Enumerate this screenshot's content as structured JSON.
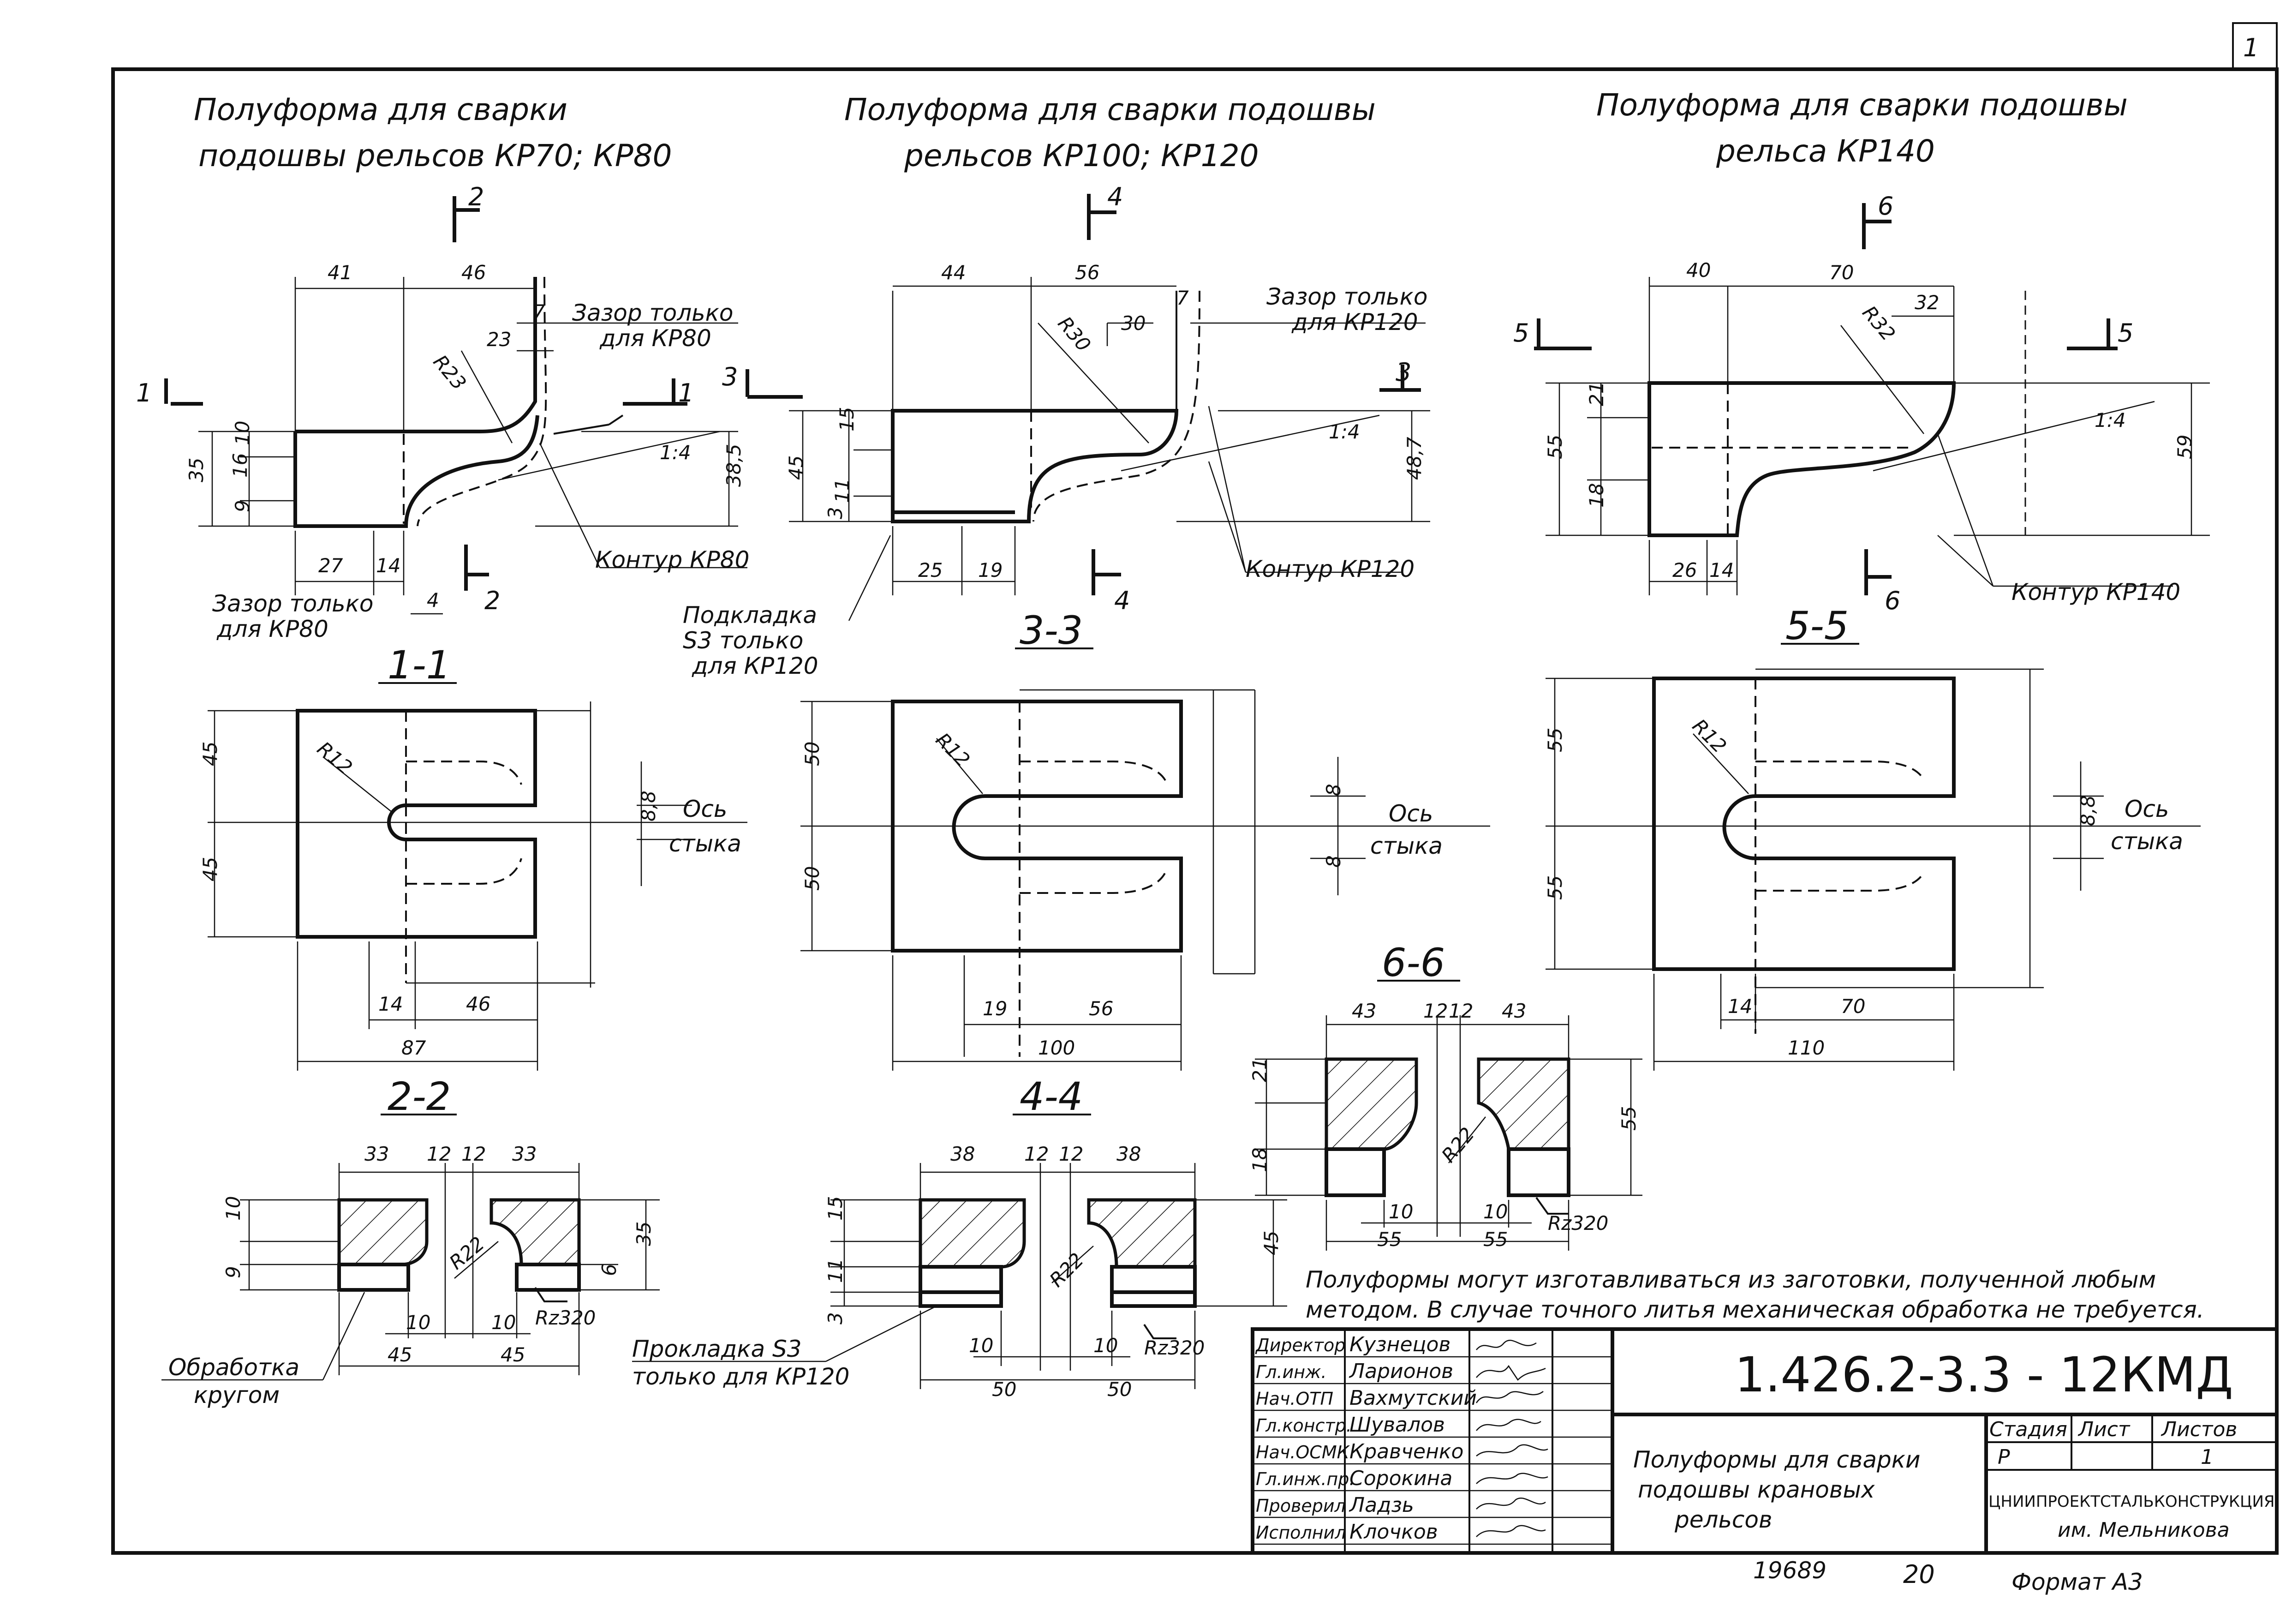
{
  "sheet_corner_number": "1",
  "titles": {
    "kp70_line1": "Полуформа для сварки",
    "kp70_line2": "подошвы рельсов КР70; КР80",
    "kp100_line1": "Полуформа для сварки подошвы",
    "kp100_line2": "рельсов КР100; КР120",
    "kp140_line1": "Полуформа для сварки подошвы",
    "kp140_line2": "рельса КР140"
  },
  "sections": {
    "s11": "1-1",
    "s22": "2-2",
    "s33": "3-3",
    "s44": "4-4",
    "s55": "5-5",
    "s66": "6-6"
  },
  "cut_marks": {
    "one": "1",
    "two": "2",
    "three": "3",
    "four": "4",
    "five": "5",
    "six": "6"
  },
  "labels": {
    "zazor_kp80_1": "Зазор только",
    "zazor_kp80_2": "для КР80",
    "zazor_kp120_1": "Зазор только",
    "zazor_kp120_2": "для КР120",
    "zazor_bottom_1": "Зазор только",
    "zazor_bottom_2": "для КР80",
    "kontur_kp80": "Контур КР80",
    "kontur_kp120": "Контур КР120",
    "kontur_kp140": "Контур КР140",
    "podkladka_1": "Подкладка",
    "podkladka_2": "S3 только",
    "podkladka_3": "для КР120",
    "axis_1": "Ось",
    "axis_2": "стыка",
    "obrabotka_1": "Обработка",
    "obrabotka_2": "кругом",
    "prokladka_1": "Прокладка S3",
    "prokladka_2": "только для КР120",
    "slope": "1:4",
    "rz": "Rz320"
  },
  "note": {
    "line1": "Полуформы могут изготавливаться из заготовки, полученной любым",
    "line2": "методом. В случае точного литья механическая обработка не требуется."
  },
  "dims": {
    "a": {
      "w41": "41",
      "w46": "46",
      "w7": "7",
      "w23": "23",
      "r23": "R23",
      "h10": "10",
      "h16": "16",
      "h9": "9",
      "h35": "35",
      "h385": "38,5",
      "w27": "27",
      "w14": "14",
      "w4": "4"
    },
    "b": {
      "w44": "44",
      "w56": "56",
      "w7": "7",
      "w30": "30",
      "r30": "R30",
      "h15": "15",
      "h11": "11",
      "h3": "3",
      "h45": "45",
      "h487": "48,7",
      "w25": "25",
      "w19": "19"
    },
    "c": {
      "w40": "40",
      "w70": "70",
      "w32": "32",
      "r32": "R32",
      "h21": "21",
      "h18": "18",
      "h55": "55",
      "h59": "59",
      "w26": "26",
      "w14": "14"
    },
    "s11": {
      "h45a": "45",
      "h45b": "45",
      "r12": "R12",
      "g88": "8,8",
      "w14": "14",
      "w46": "46",
      "w87": "87"
    },
    "s33": {
      "h50a": "50",
      "h50b": "50",
      "r12": "R12",
      "g8a": "8",
      "g8b": "8",
      "w19": "19",
      "w56": "56",
      "w100": "100"
    },
    "s55": {
      "h55a": "55",
      "h55b": "55",
      "r12": "R12",
      "g88": "8,8",
      "w14": "14",
      "w70": "70",
      "w110": "110"
    },
    "s22": {
      "w33a": "33",
      "w12a": "12",
      "w12b": "12",
      "w33b": "33",
      "h10": "10",
      "h9": "9",
      "h6": "6",
      "h35": "35",
      "r22": "R22",
      "w10a": "10",
      "w10b": "10",
      "w45a": "45",
      "w45b": "45"
    },
    "s44": {
      "w38a": "38",
      "w12a": "12",
      "w12b": "12",
      "w38b": "38",
      "h15": "15",
      "h11": "11",
      "h3": "3",
      "h45": "45",
      "r22": "R22",
      "w10a": "10",
      "w10b": "10",
      "w50a": "50",
      "w50b": "50"
    },
    "s66": {
      "w43a": "43",
      "w12a": "12",
      "w12b": "12",
      "w43b": "43",
      "h21": "21",
      "h18": "18",
      "h55": "55",
      "r22": "R22",
      "w10a": "10",
      "w10b": "10",
      "w55a": "55",
      "w55b": "55"
    }
  },
  "title_block": {
    "rows": [
      {
        "role": "Директор",
        "name": "Кузнецов"
      },
      {
        "role": "Гл.инж.",
        "name": "Ларионов"
      },
      {
        "role": "Нач.ОТП",
        "name": "Вахмутский"
      },
      {
        "role": "Гл.констр.",
        "name": "Шувалов"
      },
      {
        "role": "Нач.ОСМК",
        "name": "Кравченко"
      },
      {
        "role": "Гл.инж.пр.",
        "name": "Сорокина"
      },
      {
        "role": "Проверил",
        "name": "Ладзь"
      },
      {
        "role": "Исполнил",
        "name": "Клочков"
      }
    ],
    "doc_number": "1.426.2-3.3 - 12КМД",
    "drawing_title_1": "Полуформы для сварки",
    "drawing_title_2": "подошвы крановых",
    "drawing_title_3": "рельсов",
    "stage_header": "Стадия",
    "sheet_header": "Лист",
    "sheets_header": "Листов",
    "stage_value": "Р",
    "sheet_value": "",
    "sheets_value": "1",
    "org_line1": "ЦНИИПРОЕКТСТАЛЬКОНСТРУКЦИЯ",
    "org_line2": "им. Мельникова"
  },
  "footer": {
    "inv_number": "19689",
    "page_number": "20",
    "format": "Формат А3"
  }
}
